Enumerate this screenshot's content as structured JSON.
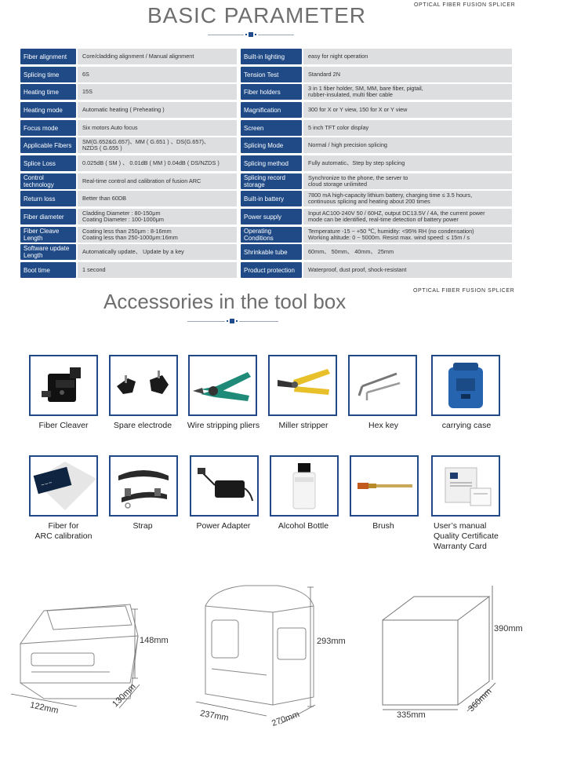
{
  "header": {
    "title": "BASIC  PARAMETER",
    "brand": "OPTICAL  FIBER  FUSION  SPLICER"
  },
  "params_left": [
    {
      "label": "Fiber alignment",
      "value": [
        "Core/cladding alignment  / Manual alignment"
      ]
    },
    {
      "label": "Splicing time",
      "value": [
        "6S"
      ]
    },
    {
      "label": "Heating time",
      "value": [
        "15S"
      ]
    },
    {
      "label": "Heating mode",
      "value": [
        "Automatic heating ( Preheating )"
      ]
    },
    {
      "label": "Focus mode",
      "value": [
        "Six motors  Auto focus"
      ]
    },
    {
      "label": "Applicable Fibers",
      "value": [
        "SM(G.652&G.657)、MM ( G.651 ) 、DS(G.657)、",
        "NZDS ( G.655 )"
      ]
    },
    {
      "label": "Splice Loss",
      "value": [
        "0.025dB ( SM ) 、 0.01dB ( MM ) 0.04dB ( DS/NZDS )"
      ]
    },
    {
      "label": "Control technology",
      "value": [
        "Real-time control and calibration of fusion ARC"
      ]
    },
    {
      "label": "Return loss",
      "value": [
        "Better than 60DB"
      ]
    },
    {
      "label": "Fiber diameter",
      "value": [
        "Cladding Diameter : 80-150μm",
        "Coating Diameter : 100-1000μm"
      ]
    },
    {
      "label": "Fiber Cleave Length",
      "value": [
        "Coating less than 250μm : 8-16mm",
        "Coating less than 250-1000μm:16mm"
      ]
    },
    {
      "label": "Software update Length",
      "value": [
        "Automatically update、 Update by a key"
      ]
    },
    {
      "label": "Boot time",
      "value": [
        "1 second"
      ]
    }
  ],
  "params_right": [
    {
      "label": "Built-in lighting",
      "value": [
        "easy for night operation"
      ]
    },
    {
      "label": "Tension Test",
      "value": [
        "Standard 2N"
      ]
    },
    {
      "label": "Fiber holders",
      "value": [
        "3 in 1 fiber holder, SM, MM, bare fiber, pigtail,",
        "rubber-insulated, multi fiber cable"
      ]
    },
    {
      "label": "Magnification",
      "value": [
        "300 for X or Y view, 150 for X or Y view"
      ]
    },
    {
      "label": "Screen",
      "value": [
        "5 inch TFT color display"
      ]
    },
    {
      "label": "Splicing Mode",
      "value": [
        "Normal / high precision splicing"
      ]
    },
    {
      "label": "Splicing method",
      "value": [
        "Fully automatic、Step by step splicing"
      ]
    },
    {
      "label": "Splicing record storage",
      "value": [
        "Synchronize to the phone, the server to",
        "cloud storage unlimited"
      ]
    },
    {
      "label": "Built-in battery",
      "value": [
        "7800 mA high-capacity lithium battery, charging time ≤ 3.5 hours,",
        "continuous splicing and heating about 200 times"
      ]
    },
    {
      "label": "Power supply",
      "value": [
        "Input AC100-240V 50 / 60HZ, output DC13.5V / 4A, the current power",
        "mode can be identified, real-time detection of battery power"
      ]
    },
    {
      "label": "Operating Conditions",
      "value": [
        "Temperature -15 ~ +50 ℃, humidity: <95% RH (no condensation)",
        "Working altitude: 0 ~ 5000m. Resist max. wind speed: ≤ 15m / s"
      ]
    },
    {
      "label": "Shrinkable tube",
      "value": [
        "60mm、 50mm、 40mm、 25mm"
      ]
    },
    {
      "label": "Product protection",
      "value": [
        "Waterproof, dust proof, shock-resistant"
      ]
    }
  ],
  "accessories_section": {
    "title": "Accessories in the tool box",
    "brand": "OPTICAL  FIBER  FUSION  SPLICER",
    "items_row1": [
      {
        "label": "Fiber  Cleaver",
        "icon": "fiber-cleaver-icon"
      },
      {
        "label": "Spare electrode",
        "icon": "electrode-icon"
      },
      {
        "label": "Wire stripping pliers",
        "icon": "pliers-icon"
      },
      {
        "label": "Miller stripper",
        "icon": "stripper-icon"
      },
      {
        "label": "Hex key",
        "icon": "hex-key-icon"
      },
      {
        "label": "carrying case",
        "icon": "carrying-case-icon"
      }
    ],
    "items_row2": [
      {
        "label": [
          "Fiber for",
          "ARC calibration"
        ],
        "icon": "calibration-fiber-icon"
      },
      {
        "label": [
          "Strap"
        ],
        "icon": "strap-icon"
      },
      {
        "label": [
          "Power Adapter"
        ],
        "icon": "power-adapter-icon"
      },
      {
        "label": [
          "Alcohol Bottle"
        ],
        "icon": "alcohol-bottle-icon"
      },
      {
        "label": [
          "Brush"
        ],
        "icon": "brush-icon"
      },
      {
        "label": [
          "User’s manual",
          "Quality Certificate",
          "Warranty Card"
        ],
        "icon": "manual-icon"
      }
    ]
  },
  "dimensions": {
    "splicer": {
      "height": "148mm",
      "depth": "130mm",
      "width": "122mm"
    },
    "case": {
      "height": "293mm",
      "depth": "270mm",
      "width": "237mm"
    },
    "box": {
      "height": "390mm",
      "depth": "360mm",
      "width": "335mm"
    }
  },
  "colors": {
    "label_bg": "#1f4a86",
    "value_bg": "#dcdedf",
    "title": "#6e6e6e"
  }
}
